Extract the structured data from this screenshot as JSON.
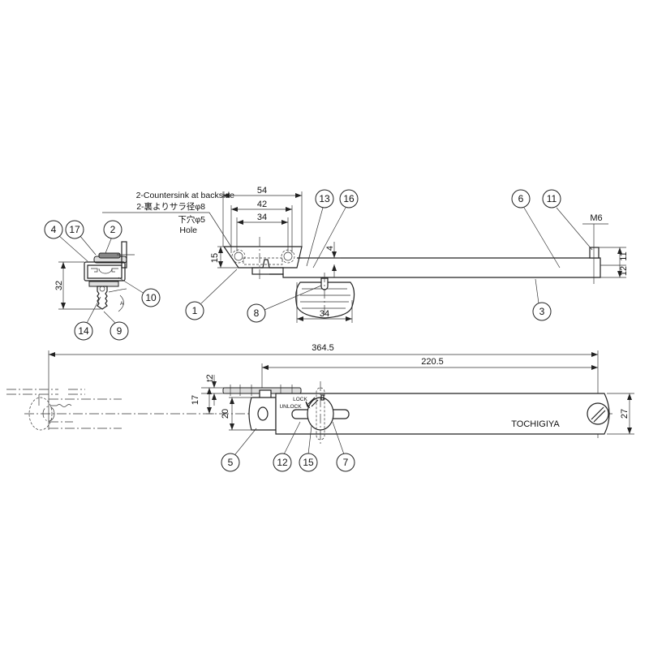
{
  "annotations": {
    "countersink_en": "2-Countersink at backside",
    "countersink_jp": "2-裏よりサラ径φ8",
    "hole_jp": "下穴φ5",
    "hole_en": "Hole",
    "thread": "M6",
    "lock": "LOCK",
    "unlock": "UNLOCK",
    "brand": "TOCHIGIYA"
  },
  "dimensions": {
    "d54": "54",
    "d42": "42",
    "d34_top": "34",
    "d15": "15",
    "d4": "4",
    "d11": "11",
    "d12": "12",
    "d34_knob": "34",
    "d32": "32",
    "d364_5": "364.5",
    "d220_5": "220.5",
    "t2": "t2",
    "d17": "17",
    "d20": "20",
    "d27": "27"
  },
  "balloons": {
    "b1": "1",
    "b2": "2",
    "b3": "3",
    "b4": "4",
    "b5": "5",
    "b6": "6",
    "b7": "7",
    "b8": "8",
    "b9": "9",
    "b10": "10",
    "b11": "11",
    "b12": "12",
    "b13": "13",
    "b14": "14",
    "b15": "15",
    "b16": "16",
    "b17": "17"
  }
}
